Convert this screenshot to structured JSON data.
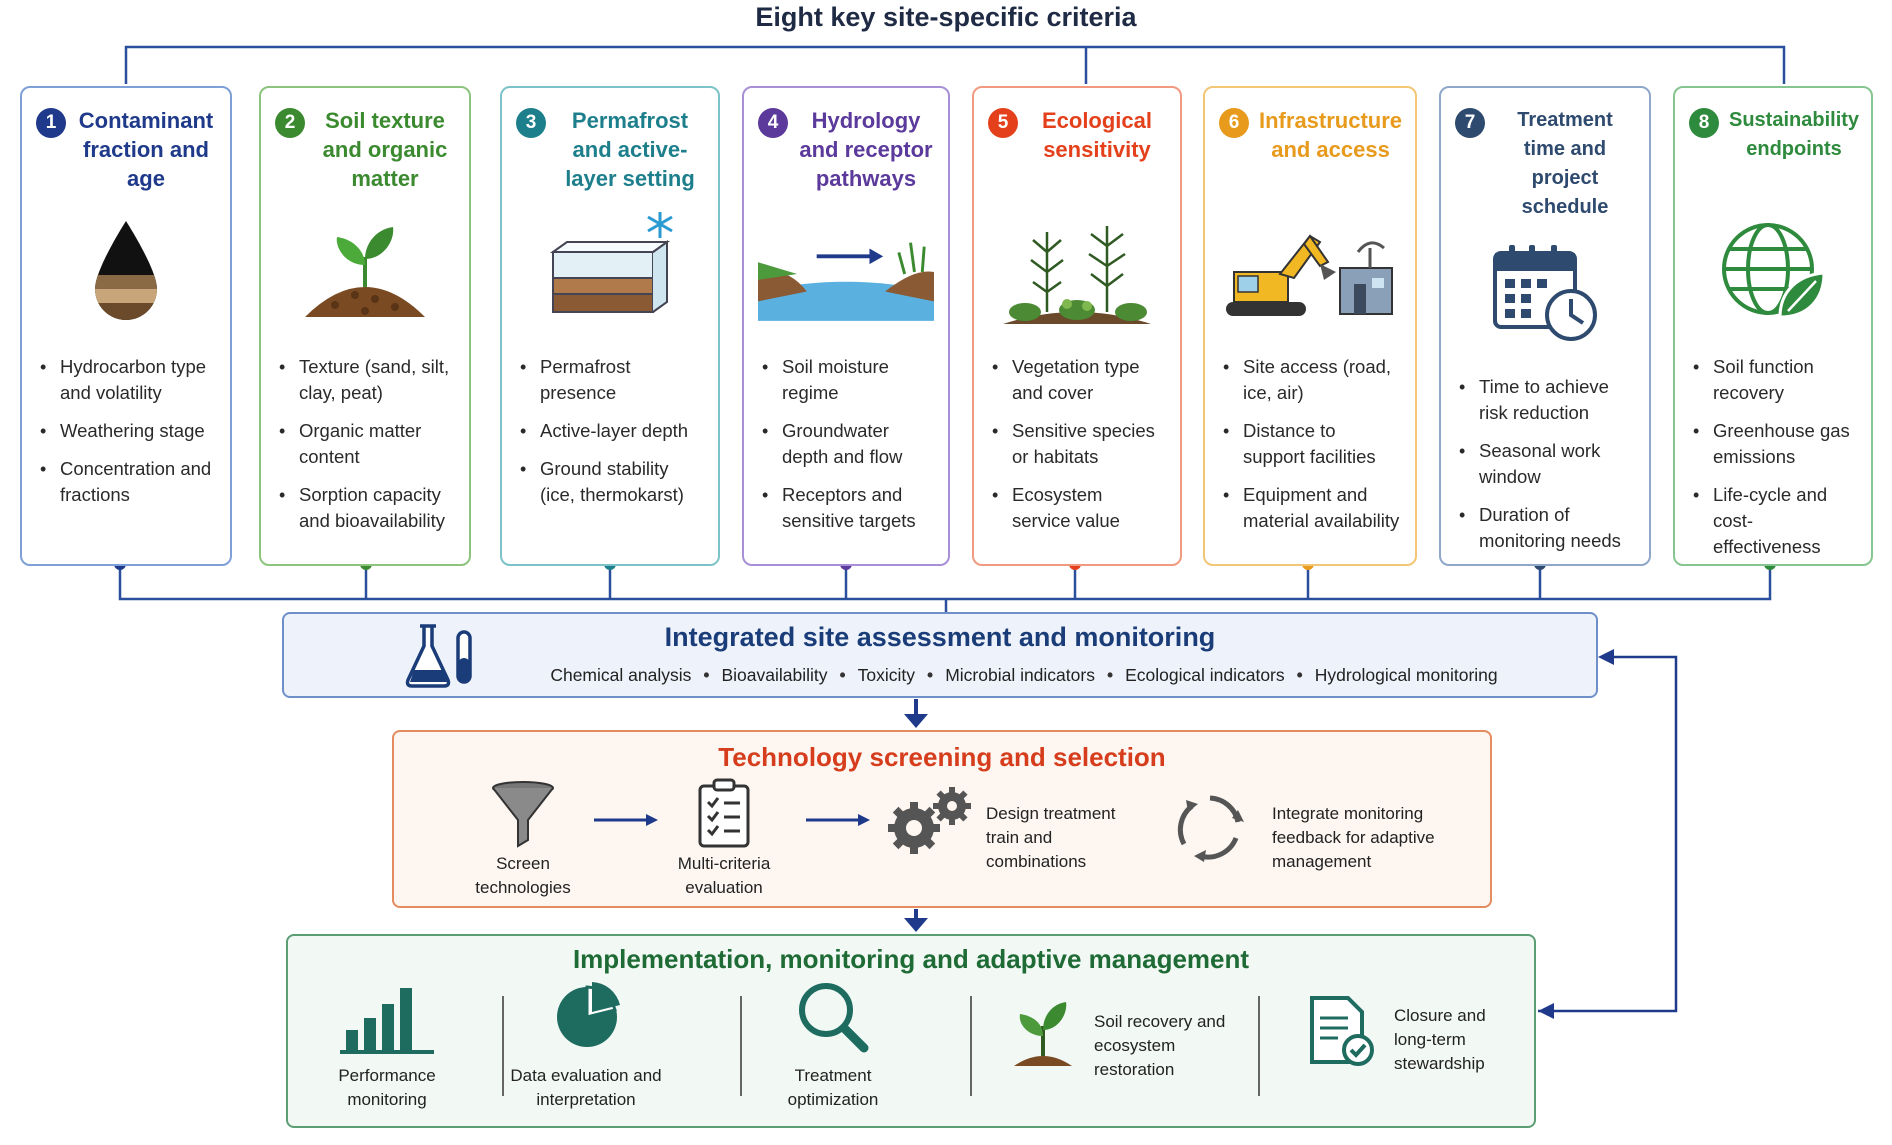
{
  "title": "Eight key site-specific criteria",
  "colors": {
    "c1": "#1f3a8a",
    "c2": "#3b8a2f",
    "c3": "#1e7f8c",
    "c4": "#5b3a9c",
    "c5": "#e4401c",
    "c6": "#e89a1c",
    "c7": "#2e4a6e",
    "c8": "#2e8a3c",
    "connector": "#1f3a8a"
  },
  "criteria": [
    {
      "num": "1",
      "title": "Contaminant fraction and age",
      "icon": "oil-drop-icon",
      "color": "#1f3a8a",
      "border": "#7ea0d6",
      "items": [
        "Hydrocarbon type and volatility",
        "Weathering stage",
        "Concentration and fractions"
      ]
    },
    {
      "num": "2",
      "title": "Soil texture and organic matter",
      "icon": "seedling-soil-icon",
      "color": "#3b8a2f",
      "border": "#8cc47e",
      "items": [
        "Texture (sand, silt, clay, peat)",
        "Organic matter content",
        "Sorption capacity and bioavailability"
      ]
    },
    {
      "num": "3",
      "title": "Permafrost and active-layer setting",
      "icon": "permafrost-icon",
      "color": "#1e7f8c",
      "border": "#7cc3c9",
      "items": [
        "Permafrost presence",
        "Active-layer depth",
        "Ground stability (ice, thermokarst)"
      ]
    },
    {
      "num": "4",
      "title": "Hydrology and receptor pathways",
      "icon": "river-icon",
      "color": "#5b3a9c",
      "border": "#a98fd6",
      "items": [
        "Soil moisture regime",
        "Groundwater depth and flow",
        "Receptors and sensitive targets"
      ]
    },
    {
      "num": "5",
      "title": "Ecological sensitivity",
      "icon": "vegetation-icon",
      "color": "#e4401c",
      "border": "#f19a80",
      "items": [
        "Vegetation type and cover",
        "Sensitive species or habitats",
        "Ecosystem service value"
      ]
    },
    {
      "num": "6",
      "title": "Infrastructure and access",
      "icon": "excavator-icon",
      "color": "#e89a1c",
      "border": "#f2c675",
      "items": [
        "Site access (road, ice, air)",
        "Distance to support facilities",
        "Equipment and material availability"
      ]
    },
    {
      "num": "7",
      "title": "Treatment time and project schedule",
      "icon": "calendar-clock-icon",
      "color": "#2e4a6e",
      "border": "#8fa7c8",
      "items": [
        "Time to achieve risk reduction",
        "Seasonal work window",
        "Duration of monitoring needs"
      ]
    },
    {
      "num": "8",
      "title": "Sustainability endpoints",
      "icon": "globe-leaf-icon",
      "color": "#2e8a3c",
      "border": "#86c58f",
      "items": [
        "Soil function recovery",
        "Greenhouse gas emissions",
        "Life-cycle and cost-effectiveness"
      ]
    }
  ],
  "assessment": {
    "title": "Integrated site assessment and monitoring",
    "items": [
      "Chemical analysis",
      "Bioavailability",
      "Toxicity",
      "Microbial indicators",
      "Ecological indicators",
      "Hydrological monitoring"
    ]
  },
  "technology": {
    "title": "Technology screening and selection",
    "steps": {
      "screen": "Screen technologies",
      "evaluate": "Multi-criteria evaluation",
      "design": "Design treatment train and combinations",
      "integrate": "Integrate monitoring feedback for adaptive management"
    }
  },
  "implementation": {
    "title": "Implementation, monitoring and adaptive management",
    "steps": {
      "performance": "Performance monitoring",
      "data": "Data evaluation and interpretation",
      "optimization": "Treatment optimization",
      "recovery": "Soil recovery and ecosystem restoration",
      "closure": "Closure and long-term stewardship"
    }
  }
}
